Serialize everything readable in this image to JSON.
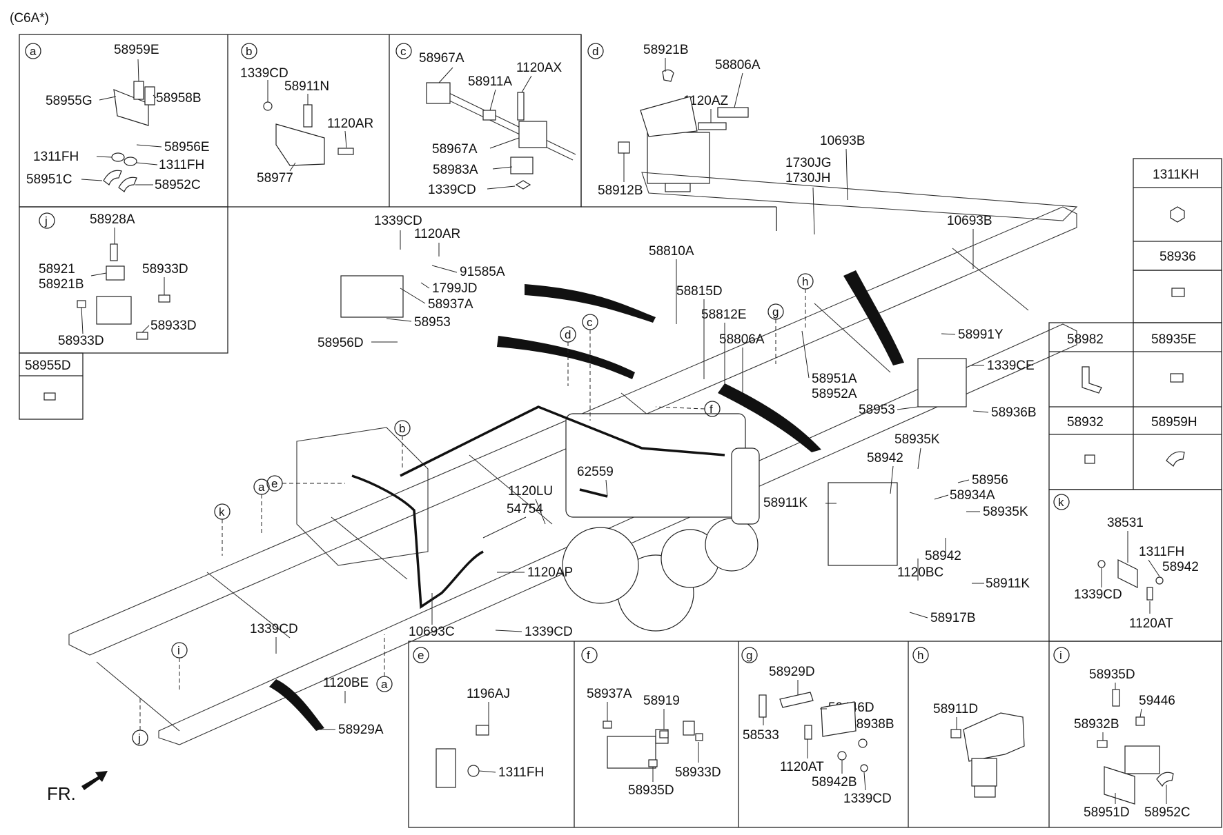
{
  "title": "(C6A*)",
  "orientation_label": "FR.",
  "boxes": {
    "a": {
      "letter": "a",
      "labels": [
        "58959E",
        "58955G",
        "58958B",
        "58956E",
        "1311FH",
        "1311FH",
        "58951C",
        "58952C"
      ]
    },
    "b": {
      "letter": "b",
      "labels": [
        "1339CD",
        "58911N",
        "1120AR",
        "58977"
      ]
    },
    "c": {
      "letter": "c",
      "labels": [
        "58967A",
        "58911A",
        "1120AX",
        "58967A",
        "58983A",
        "1339CD"
      ]
    },
    "d": {
      "letter": "d",
      "labels": [
        "58921B",
        "58806A",
        "1120AZ",
        "58912B"
      ]
    },
    "j": {
      "letter": "j",
      "labels": [
        "58928A",
        "58921",
        "58921B",
        "58933D",
        "58933D",
        "58933D"
      ]
    },
    "e": {
      "letter": "e",
      "labels": [
        "1196AJ",
        "1311FH"
      ]
    },
    "f": {
      "letter": "f",
      "labels": [
        "58937A",
        "58919",
        "58933D",
        "58935D"
      ]
    },
    "g": {
      "letter": "g",
      "labels": [
        "58929D",
        "59446D",
        "58533",
        "58938B",
        "1120AT",
        "58942B",
        "1339CD"
      ]
    },
    "h": {
      "letter": "h",
      "labels": [
        "58911D"
      ]
    },
    "i": {
      "letter": "i",
      "labels": [
        "58935D",
        "59446",
        "58932B",
        "58951D",
        "58952C"
      ]
    },
    "k": {
      "letter": "k",
      "labels": [
        "38531",
        "1311FH",
        "58942",
        "1339CD",
        "1120AT"
      ]
    }
  },
  "single_parts": {
    "p58955D": "58955D",
    "p1311KH": "1311KH",
    "p58936": "58936",
    "p58982": "58982",
    "p58935E": "58935E",
    "p58932": "58932",
    "p58959H": "58959H"
  },
  "main": {
    "labels": {
      "m1339CD": "1339CD",
      "m1120AR": "1120AR",
      "m91585A": "91585A",
      "m1799JD": "1799JD",
      "m58937A": "58937A",
      "m58953a": "58953",
      "m58956D": "58956D",
      "m10693Ba": "10693B",
      "m1730JG": "1730JG",
      "m1730JH": "1730JH",
      "m10693Bb": "10693B",
      "m58810A": "58810A",
      "m58815D": "58815D",
      "m58812E": "58812E",
      "m58806A": "58806A",
      "m58951A": "58951A",
      "m58952A": "58952A",
      "m58991Y": "58991Y",
      "m1339CE": "1339CE",
      "m58953b": "58953",
      "m58936B": "58936B",
      "m58935Ka": "58935K",
      "m58942a": "58942",
      "m58956": "58956",
      "m58911Ka": "58911K",
      "m58934A": "58934A",
      "m58935Kb": "58935K",
      "m58942b": "58942",
      "m1120BC": "1120BC",
      "m58911Kb": "58911K",
      "m58917B": "58917B",
      "m1120LU": "1120LU",
      "m62559": "62559",
      "m54754": "54754",
      "m1120AP": "1120AP",
      "m10693C": "10693C",
      "m1339CDb": "1339CD",
      "m1339CDc": "1339CD",
      "m1120BE": "1120BE",
      "m58929A": "58929A"
    },
    "callouts": [
      "a",
      "b",
      "c",
      "d",
      "e",
      "f",
      "g",
      "h",
      "i",
      "j",
      "k",
      "a"
    ]
  }
}
